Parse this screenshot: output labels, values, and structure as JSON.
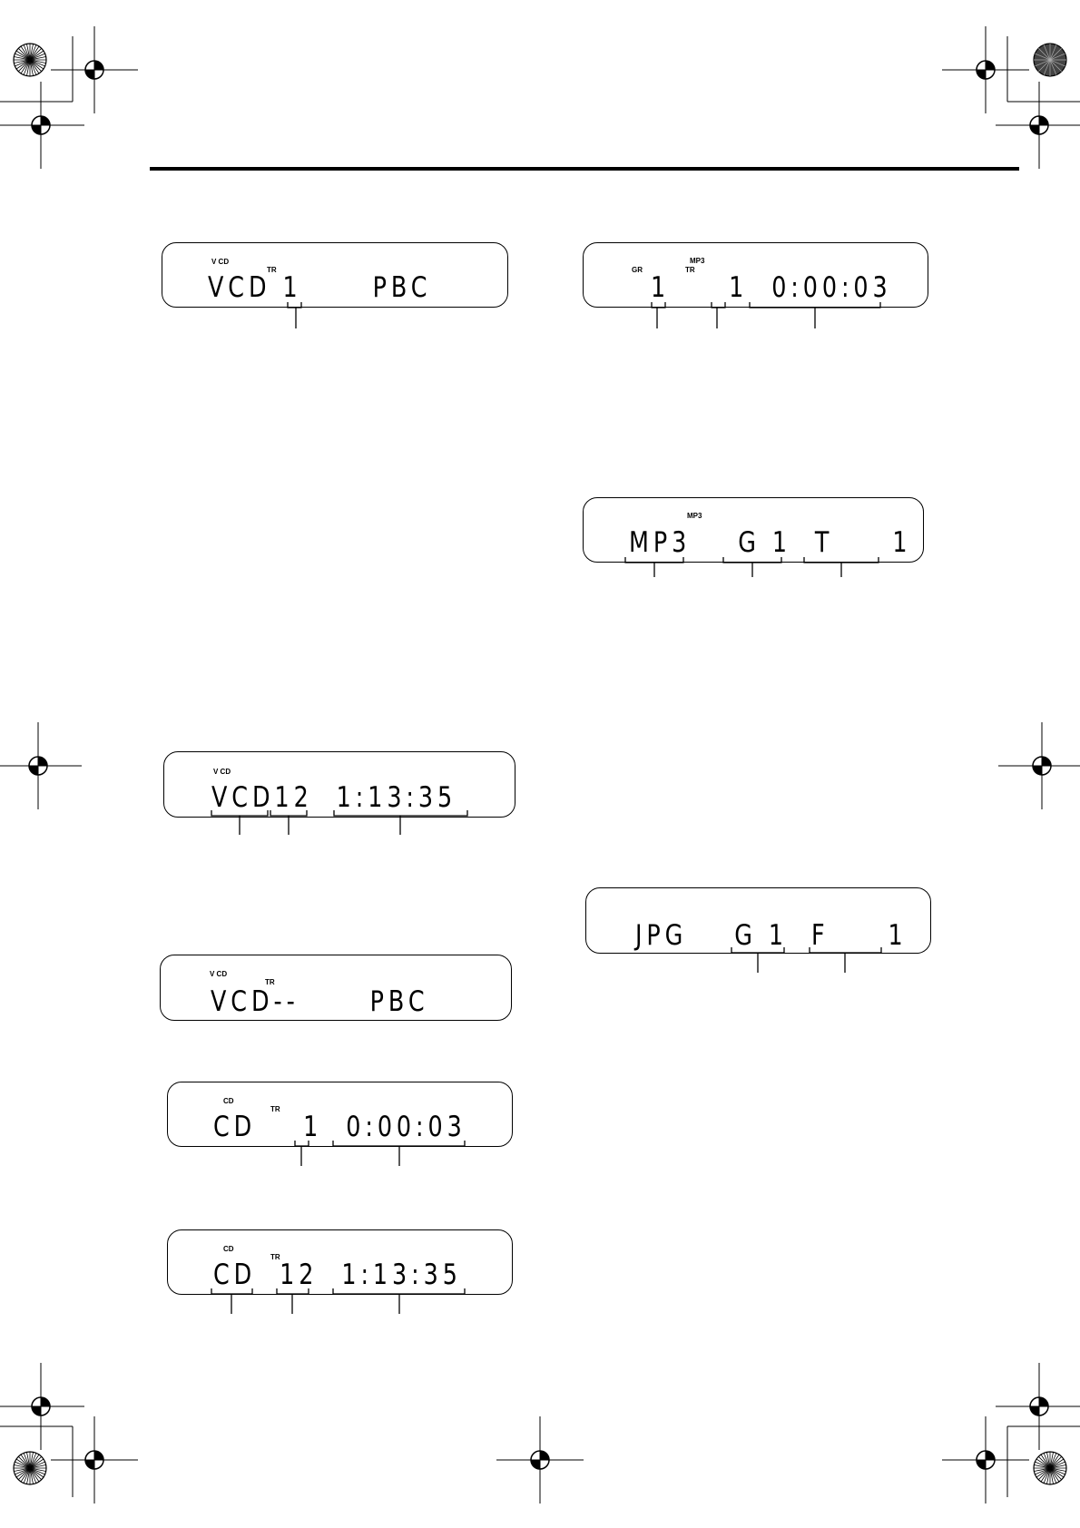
{
  "displays": {
    "vcd_pbc": {
      "ind1": "V CD",
      "ind2": "TR",
      "text": "VCD 1      PBC"
    },
    "mp3_time": {
      "ind1": "MP3",
      "ind2": "GR",
      "ind3": "TR",
      "text": "1     1  0:00:03"
    },
    "mp3_group": {
      "ind1": "MP3",
      "text": "MP3    G 1  T     1"
    },
    "vcd_time": {
      "ind1": "V CD",
      "text": "VCD12  1:13:35"
    },
    "jpg_group": {
      "text": "JPG    G 1  F     1"
    },
    "vcd_pbc_dash": {
      "ind1": "V CD",
      "ind2": "TR",
      "text": "VCD--      PBC"
    },
    "cd_time1": {
      "ind1": "CD",
      "ind2": "TR",
      "text": "CD    1  0:00:03"
    },
    "cd_time2": {
      "ind1": "CD",
      "ind2": "TR",
      "text": "CD  12  1:13:35"
    }
  }
}
